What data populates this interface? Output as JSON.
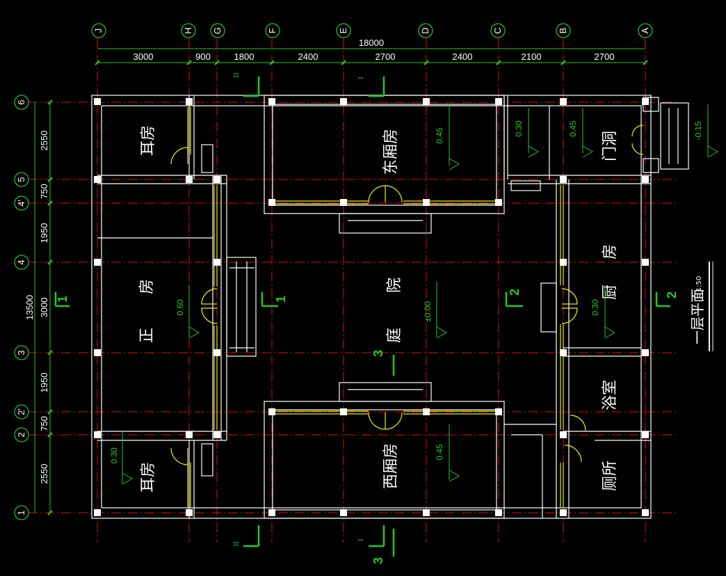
{
  "title": {
    "main": "一层平面",
    "scale": "1:50"
  },
  "total_width_label": "18000",
  "total_height_label": "13500",
  "column_axes": [
    "J",
    "H",
    "G",
    "F",
    "E",
    "D",
    "C",
    "B",
    "A"
  ],
  "row_axes": [
    "6",
    "5",
    "4'",
    "4",
    "3",
    "2'",
    "2",
    "1"
  ],
  "column_dims": [
    "3000",
    "900",
    "1800",
    "2400",
    "2700",
    "2400",
    "2100",
    "2700"
  ],
  "row_dims": [
    "2550",
    "750",
    "1950",
    "3000",
    "1950",
    "750",
    "2550"
  ],
  "rooms": {
    "erfang_top": "耳房",
    "dongxiangfang": "东厢房",
    "mendong": "门洞",
    "zhengfang_zheng": "正",
    "zhengfang_fang": "房",
    "yuan": "院",
    "ting": "庭",
    "chufang_chu": "厨",
    "chufang_fang": "房",
    "yushi": "浴室",
    "erfang_bottom": "耳房",
    "xixiangfang": "西厢房",
    "cesuo": "厕所"
  },
  "elevations": {
    "dongxiang": "0.45",
    "top_right_a": "0.30",
    "top_right_b": "0.45",
    "outside": "-0.15",
    "zhengfang": "0.60",
    "courtyard": "±0.00",
    "kitchen": "0.30",
    "xixiang": "0.45",
    "erfang_bottom": "0.30"
  },
  "section_marks": {
    "s1_left": "1",
    "s1_right": "1",
    "s2_left": "2",
    "s2_right": "2",
    "s3_top": "3",
    "s3_bottom": "3",
    "roman2_top": "II",
    "roman1_top": "I",
    "roman2_bottom": "II",
    "roman1_bottom": "I"
  }
}
